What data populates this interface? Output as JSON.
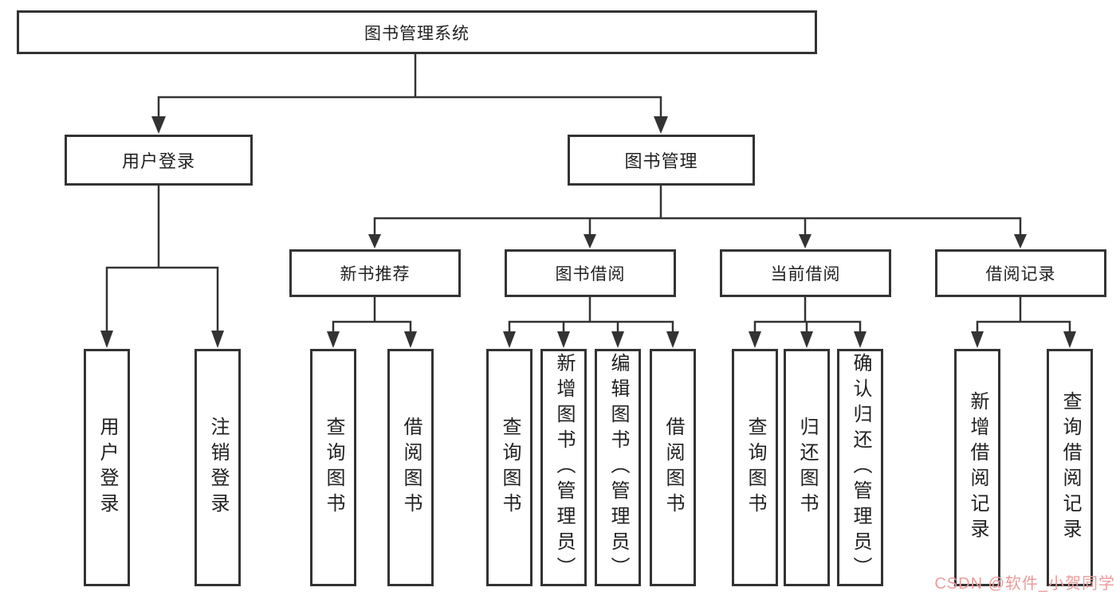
{
  "tree": {
    "root": "图书管理系统",
    "branches": [
      {
        "label": "用户登录",
        "leaves": [
          "用户登录",
          "注销登录"
        ]
      },
      {
        "label": "图书管理",
        "children": [
          {
            "label": "新书推荐",
            "leaves": [
              "查询图书",
              "借阅图书"
            ]
          },
          {
            "label": "图书借阅",
            "leaves": [
              "查询图书",
              "新增图书（管理员）",
              "编辑图书（管理员）",
              "借阅图书"
            ]
          },
          {
            "label": "当前借阅",
            "leaves": [
              "查询图书",
              "归还图书",
              "确认归还（管理员）"
            ]
          },
          {
            "label": "借阅记录",
            "leaves": [
              "新增借阅记录",
              "查询借阅记录"
            ]
          }
        ]
      }
    ]
  },
  "watermark": {
    "text": "CSDN @软件_小贺同学"
  },
  "colors": {
    "line": "#333333",
    "text": "#212121",
    "background": "#ffffff",
    "watermark": "#ec9b9b"
  }
}
